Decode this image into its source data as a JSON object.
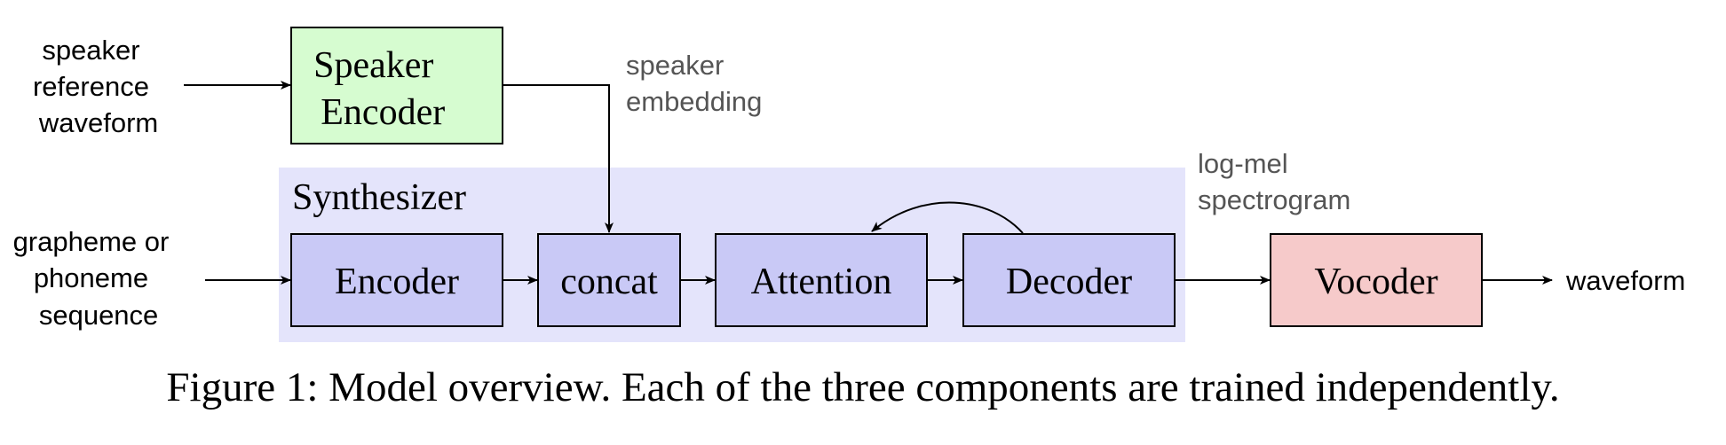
{
  "diagram": {
    "inputs": {
      "speaker_reference": [
        "speaker",
        "reference",
        "waveform"
      ],
      "grapheme_sequence": [
        "grapheme or",
        "phoneme",
        "sequence"
      ]
    },
    "speaker_encoder": {
      "lines": [
        "Speaker",
        "Encoder"
      ]
    },
    "speaker_embedding_label": [
      "speaker",
      "embedding"
    ],
    "synthesizer": {
      "title": "Synthesizer",
      "blocks": {
        "encoder": "Encoder",
        "concat": "concat",
        "attention": "Attention",
        "decoder": "Decoder"
      }
    },
    "spectrogram_label": [
      "log-mel",
      "spectrogram"
    ],
    "vocoder": "Vocoder",
    "output": "waveform",
    "colors": {
      "speaker_encoder_fill": "#d6fcd0",
      "synthesizer_panel_fill": "#e4e4fb",
      "synth_block_fill": "#c9c9f6",
      "vocoder_fill": "#f6caca",
      "annotation_text": "#555555"
    }
  },
  "caption": "Figure 1: Model overview. Each of the three components are trained independently."
}
